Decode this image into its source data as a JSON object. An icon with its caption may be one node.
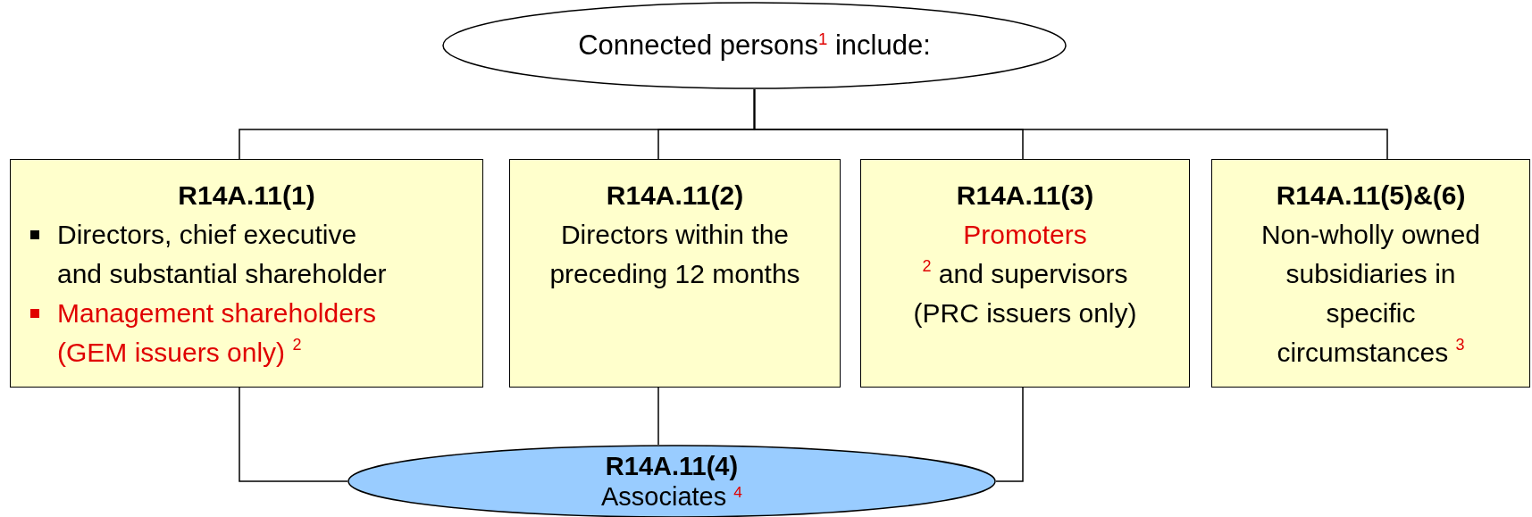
{
  "diagram": {
    "nodes": [
      {
        "text": [
          "Connected persons$^{1}$ include:"
        ]
      },
      {
        "text": [
          "R14A.11(1)",
          "Directors, chief executive and substantial shareholder",
          "Management shareholders (GEM issuers only) $^{2}$"
        ]
      },
      {
        "text": [
          "R14A.11(2)",
          "Directors within the preceding 12 months"
        ]
      },
      {
        "text": [
          "R14A.11(3)",
          "Promoters",
          "$^{2}$ and supervisors",
          "(PRC issuers only)"
        ]
      },
      {
        "text": [
          "R14A.11(5)&(6)",
          "Non-wholly owned subsidiaries in specific circumstances $^{3}$"
        ]
      },
      {
        "text": [
          "R14A.11(4)",
          "Associates $^{4}$"
        ]
      }
    ],
    "edges": [
      {
        "from": 0,
        "to": 1,
        "arrow": "none"
      },
      {
        "from": 0,
        "to": 2,
        "arrow": "none"
      },
      {
        "from": 0,
        "to": 3,
        "arrow": "none"
      },
      {
        "from": 0,
        "to": 4,
        "arrow": "none"
      },
      {
        "from": 1,
        "to": 5,
        "arrow": "none"
      },
      {
        "from": 2,
        "to": 5,
        "arrow": "none"
      },
      {
        "from": 3,
        "to": 5,
        "arrow": "none"
      }
    ]
  }
}
